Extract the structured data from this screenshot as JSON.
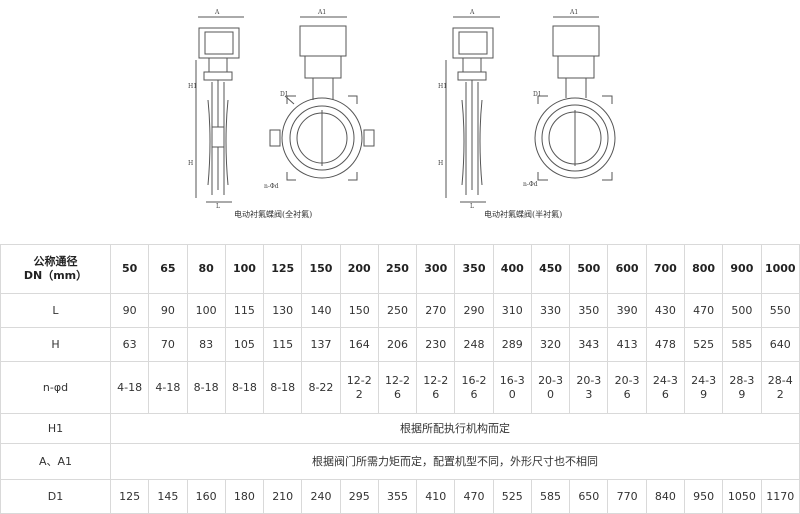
{
  "drawings": {
    "left_caption": "电动衬氟蝶阀(全衬氟)",
    "right_caption": "电动衬氟蝶阀(半衬氟)",
    "dim_labels": {
      "a": "A",
      "a1": "A1",
      "h1": "H1",
      "h": "H",
      "l": "L",
      "d1": "D1",
      "n_phi_d": "n-Φd"
    }
  },
  "table": {
    "header": {
      "label_line1": "公称通径",
      "label_line2": "DN（mm）",
      "sizes": [
        "50",
        "65",
        "80",
        "100",
        "125",
        "150",
        "200",
        "250",
        "300",
        "350",
        "400",
        "450",
        "500",
        "600",
        "700",
        "800",
        "900",
        "1000"
      ]
    },
    "rows": {
      "L": {
        "label": "L",
        "values": [
          "90",
          "90",
          "100",
          "115",
          "130",
          "140",
          "150",
          "250",
          "270",
          "290",
          "310",
          "330",
          "350",
          "390",
          "430",
          "470",
          "500",
          "550"
        ]
      },
      "H": {
        "label": "H",
        "values": [
          "63",
          "70",
          "83",
          "105",
          "115",
          "137",
          "164",
          "206",
          "230",
          "248",
          "289",
          "320",
          "343",
          "413",
          "478",
          "525",
          "585",
          "640"
        ]
      },
      "nd": {
        "label": "n-φd",
        "values": [
          "4-18",
          "4-18",
          "8-18",
          "8-18",
          "8-18",
          "8-22",
          "12-22",
          "12-26",
          "12-26",
          "16-26",
          "16-30",
          "20-30",
          "20-33",
          "20-36",
          "24-36",
          "24-39",
          "28-39",
          "28-42"
        ]
      },
      "H1": {
        "label": "H1",
        "text": "根据所配执行机构而定"
      },
      "A": {
        "label": "A、A1",
        "text": "根据阀门所需力矩而定，配置机型不同，外形尺寸也不相同"
      },
      "D1": {
        "label": "D1",
        "values": [
          "125",
          "145",
          "160",
          "180",
          "210",
          "240",
          "295",
          "355",
          "410",
          "470",
          "525",
          "585",
          "650",
          "770",
          "840",
          "950",
          "1050",
          "1170"
        ]
      }
    }
  }
}
